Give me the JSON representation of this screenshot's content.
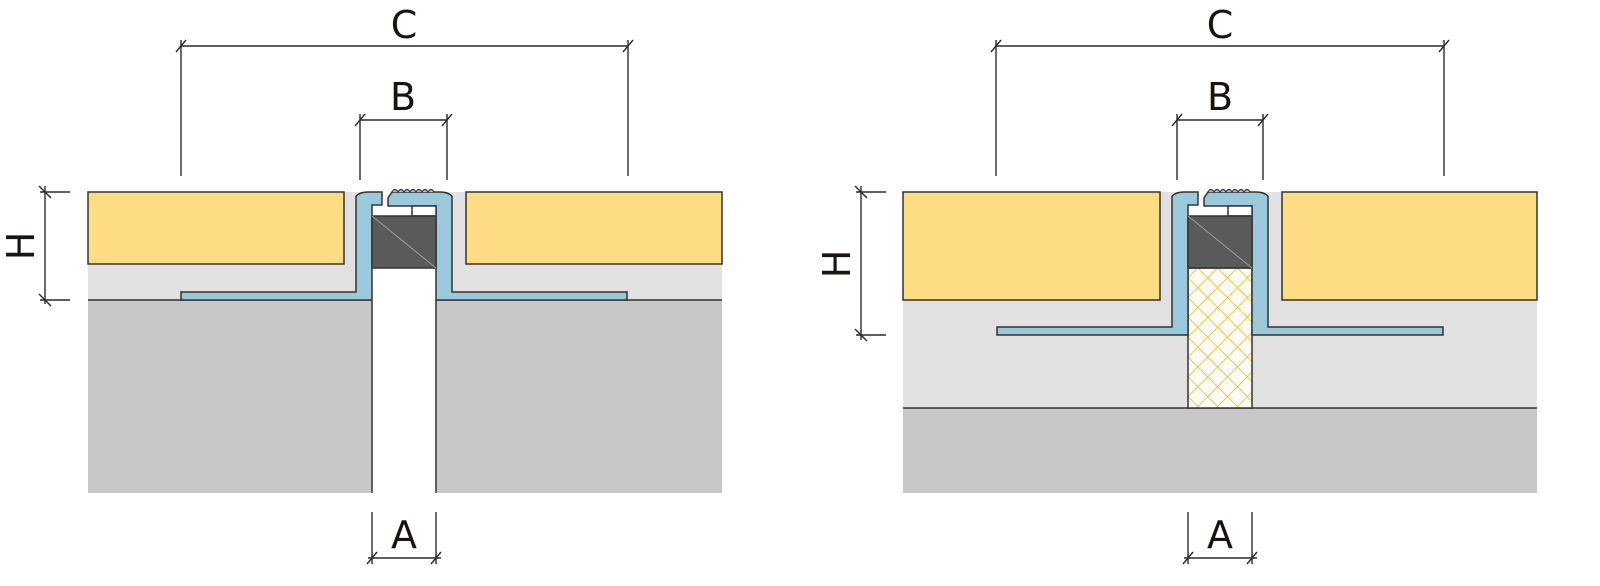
{
  "diagram": {
    "type": "expansion joint profile cross-sections",
    "panels": [
      {
        "id": "left",
        "variant": "joint over open gap",
        "dimension_labels": {
          "overall_width": "C",
          "visible_width": "B",
          "height": "H",
          "gap": "A"
        },
        "layers": [
          "tile (yellow)",
          "adhesive bed (light gray)",
          "substrate (gray)",
          "open joint gap"
        ],
        "components": [
          "aluminium profile (blue)",
          "dark rubber insert",
          "serrated top cap"
        ]
      },
      {
        "id": "right",
        "variant": "joint over filler-filled gap",
        "dimension_labels": {
          "overall_width": "C",
          "visible_width": "B",
          "height": "H",
          "gap": "A"
        },
        "layers": [
          "tile (yellow)",
          "adhesive bed (light gray)",
          "substrate (gray)",
          "joint filler (crosshatch)"
        ],
        "components": [
          "aluminium profile (blue)",
          "dark rubber insert",
          "serrated top cap"
        ]
      }
    ],
    "colors": {
      "tile": "#FEDC84",
      "bed": "#E1E1E1",
      "substrate": "#C8C8C8",
      "profile": "#9CC8DC",
      "insert": "#5A5A5A",
      "filler_hatch": "#E8B830",
      "line": "#2A2A2A"
    }
  },
  "labels": {
    "left_c": "C",
    "left_b": "B",
    "left_h": "H",
    "left_a": "A",
    "right_c": "C",
    "right_b": "B",
    "right_h": "H",
    "right_a": "A"
  }
}
